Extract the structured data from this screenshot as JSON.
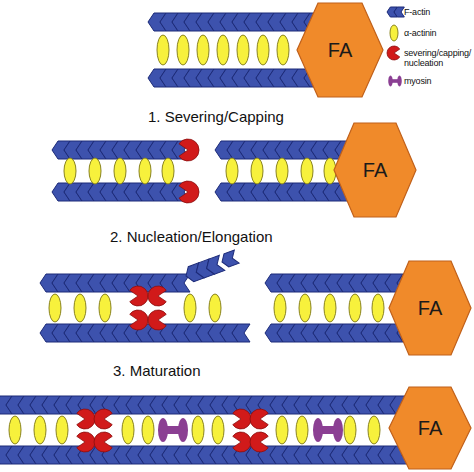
{
  "diagram": {
    "nodes": [
      {
        "text": [
          "FA"
        ]
      },
      {
        "text": [
          "FA"
        ]
      },
      {
        "text": [
          "FA"
        ]
      },
      {
        "text": [
          "FA"
        ]
      }
    ],
    "labels": [
      "1. Severing/Capping",
      "2. Nucleation/Elongation",
      "3. Maturation"
    ],
    "legend": [
      {
        "text": "F-actin"
      },
      {
        "text": "α-actinin"
      },
      {
        "text": "severing/capping/ nucleation"
      },
      {
        "text": "myosin"
      }
    ]
  }
}
